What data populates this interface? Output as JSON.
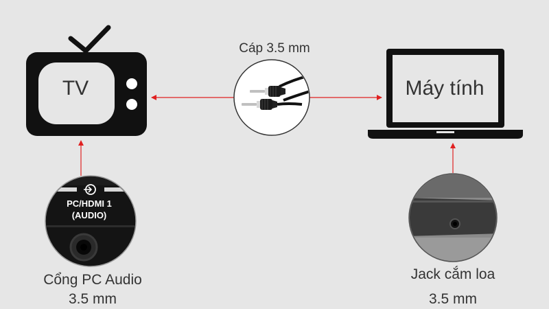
{
  "tv": {
    "label": "TV"
  },
  "computer": {
    "label": "Máy tính"
  },
  "cable": {
    "label": "Cáp 3.5 mm"
  },
  "tv_port": {
    "label_line1": "Cổng PC Audio",
    "label_line2": "3.5 mm",
    "panel_line1": "PC/HDMI 1",
    "panel_line2": "(AUDIO)"
  },
  "laptop_jack": {
    "label_line1": "Jack cắm loa",
    "label_line2": "3.5 mm"
  },
  "colors": {
    "arrow": "#e02020",
    "device": "#111111",
    "background": "#e6e6e6"
  }
}
